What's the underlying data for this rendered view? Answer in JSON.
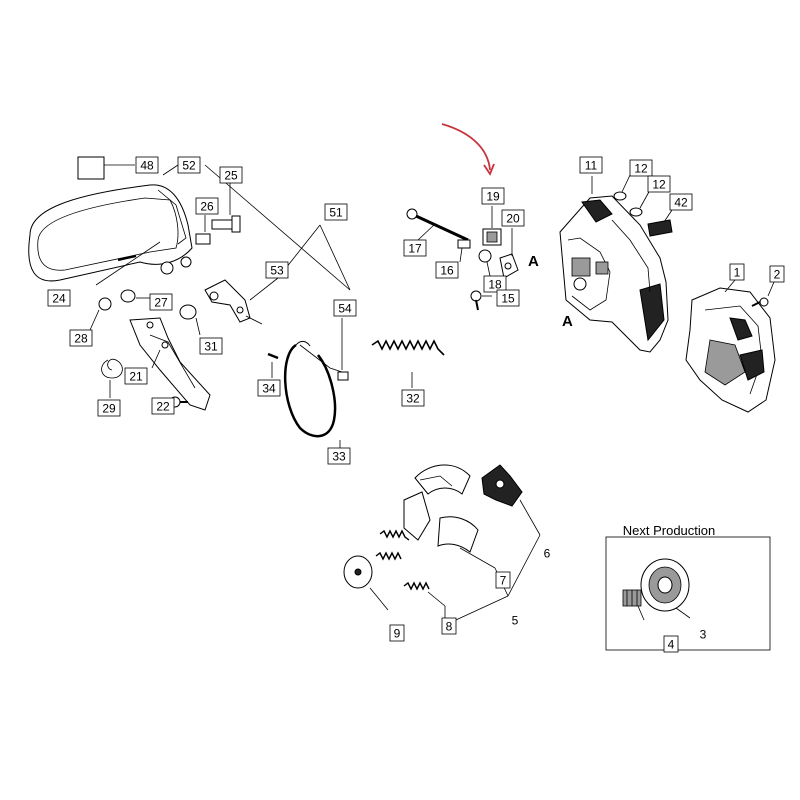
{
  "part_labels": {
    "p1": "1",
    "p2": "2",
    "p3": "3",
    "p4": "4",
    "p5": "5",
    "p6": "6",
    "p7": "7",
    "p8": "8",
    "p9": "9",
    "p11": "11",
    "p12a": "12",
    "p12b": "12",
    "p15": "15",
    "p16": "16",
    "p17": "17",
    "p18": "18",
    "p19": "19",
    "p20": "20",
    "p21": "21",
    "p22": "22",
    "p24": "24",
    "p25": "25",
    "p26": "26",
    "p27": "27",
    "p28": "28",
    "p29": "29",
    "p31": "31",
    "p32": "32",
    "p33": "33",
    "p34": "34",
    "p42": "42",
    "p48": "48",
    "p51": "51",
    "p52": "52",
    "p53": "53",
    "p54": "54"
  },
  "markers": {
    "a1": "A",
    "a2": "A"
  },
  "inset": {
    "title": "Next Production"
  },
  "colors": {
    "highlight_arrow": "#c8323c",
    "line": "#000000"
  }
}
